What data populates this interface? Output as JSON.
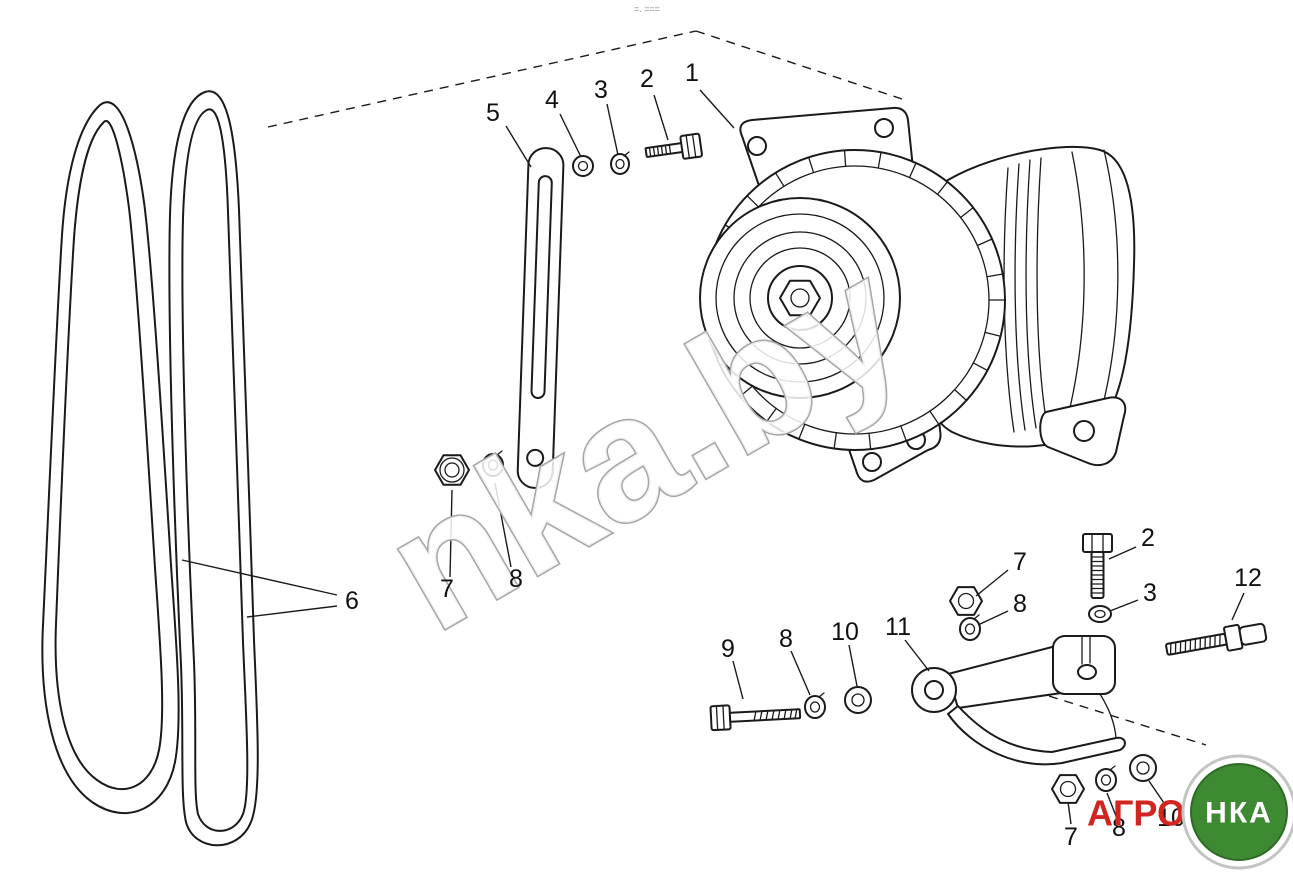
{
  "colors": {
    "line": "#1a1a1a",
    "label": "#111111",
    "watermark_stroke": "#a6a6a6",
    "logo_green": "#3e8a33",
    "logo_red": "#d2251f"
  },
  "watermark": {
    "text": "nka.by"
  },
  "header_marks": "=. ===",
  "logo": {
    "prefix": "АГРО",
    "circle": "НКА"
  },
  "callouts": [
    {
      "text": "5"
    },
    {
      "text": "4"
    },
    {
      "text": "3"
    },
    {
      "text": "2"
    },
    {
      "text": "1"
    },
    {
      "text": "6"
    },
    {
      "text": "7"
    },
    {
      "text": "8"
    },
    {
      "text": "7"
    },
    {
      "text": "2"
    },
    {
      "text": "8"
    },
    {
      "text": "3"
    },
    {
      "text": "12"
    },
    {
      "text": "9"
    },
    {
      "text": "8"
    },
    {
      "text": "10"
    },
    {
      "text": "11"
    },
    {
      "text": "7"
    },
    {
      "text": "8"
    },
    {
      "text": "10"
    }
  ]
}
